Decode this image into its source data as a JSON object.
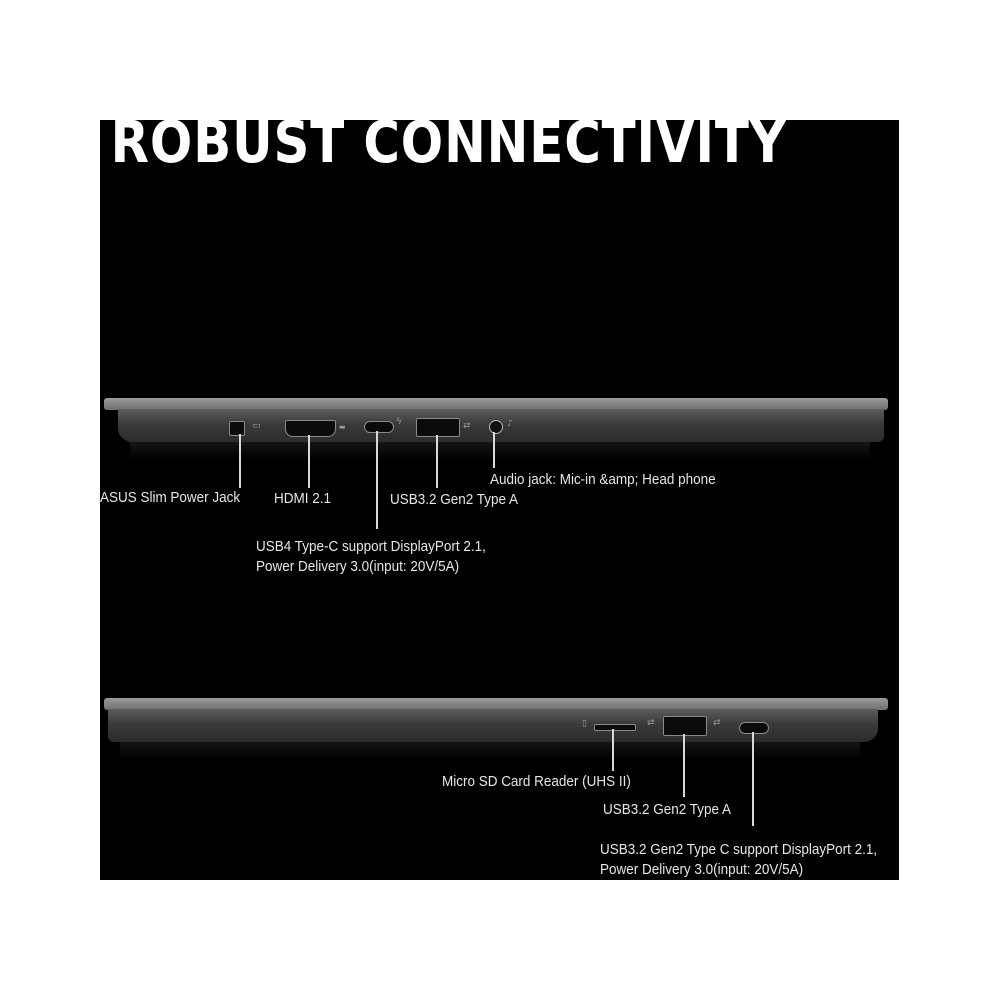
{
  "title": "ROBUST CONNECTIVITY",
  "left_side": {
    "power_jack": "ASUS Slim Power Jack",
    "hdmi": "HDMI 2.1",
    "usbc_line1": "USB4 Type-C support DisplayPort 2.1,",
    "usbc_line2": "Power Delivery 3.0(input: 20V/5A)",
    "usba": "USB3.2 Gen2 Type A",
    "audio": "Audio jack: Mic-in &amp; Head phone"
  },
  "right_side": {
    "sd": "Micro SD Card Reader (UHS II)",
    "usba": "USB3.2 Gen2 Type A",
    "usbc_line1": "USB3.2 Gen2 Type C support DisplayPort 2.1,",
    "usbc_line2": "Power Delivery 3.0(input: 20V/5A)"
  },
  "colors": {
    "background": "#000000",
    "text": "#e6e6e6",
    "chassis": "#5d5d5d"
  }
}
